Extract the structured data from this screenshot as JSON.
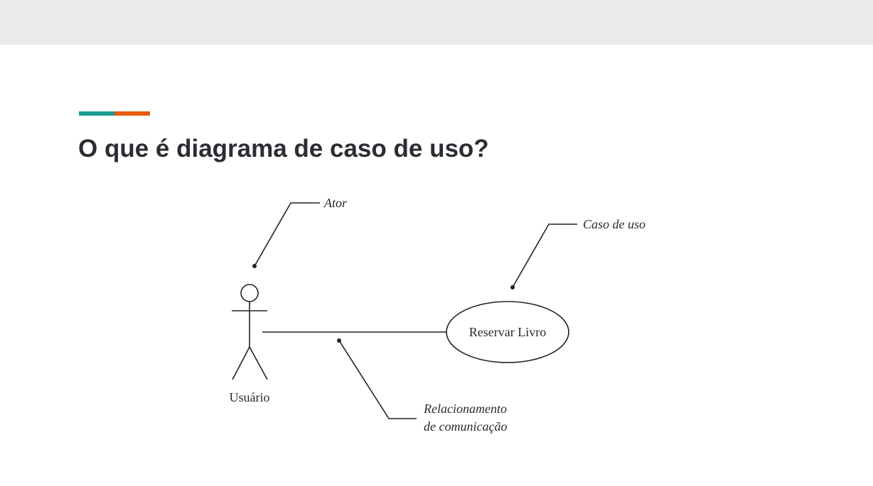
{
  "slide": {
    "title": "O que é diagrama de caso de uso?",
    "accent_colors": [
      "#1a9e94",
      "#e8590c"
    ]
  },
  "diagram": {
    "actor_callout": "Ator",
    "use_case_callout": "Caso de uso",
    "use_case_name": "Reservar Livro",
    "actor_name": "Usuário",
    "relationship_callout_line1": "Relacionamento",
    "relationship_callout_line2": "de comunicação"
  }
}
